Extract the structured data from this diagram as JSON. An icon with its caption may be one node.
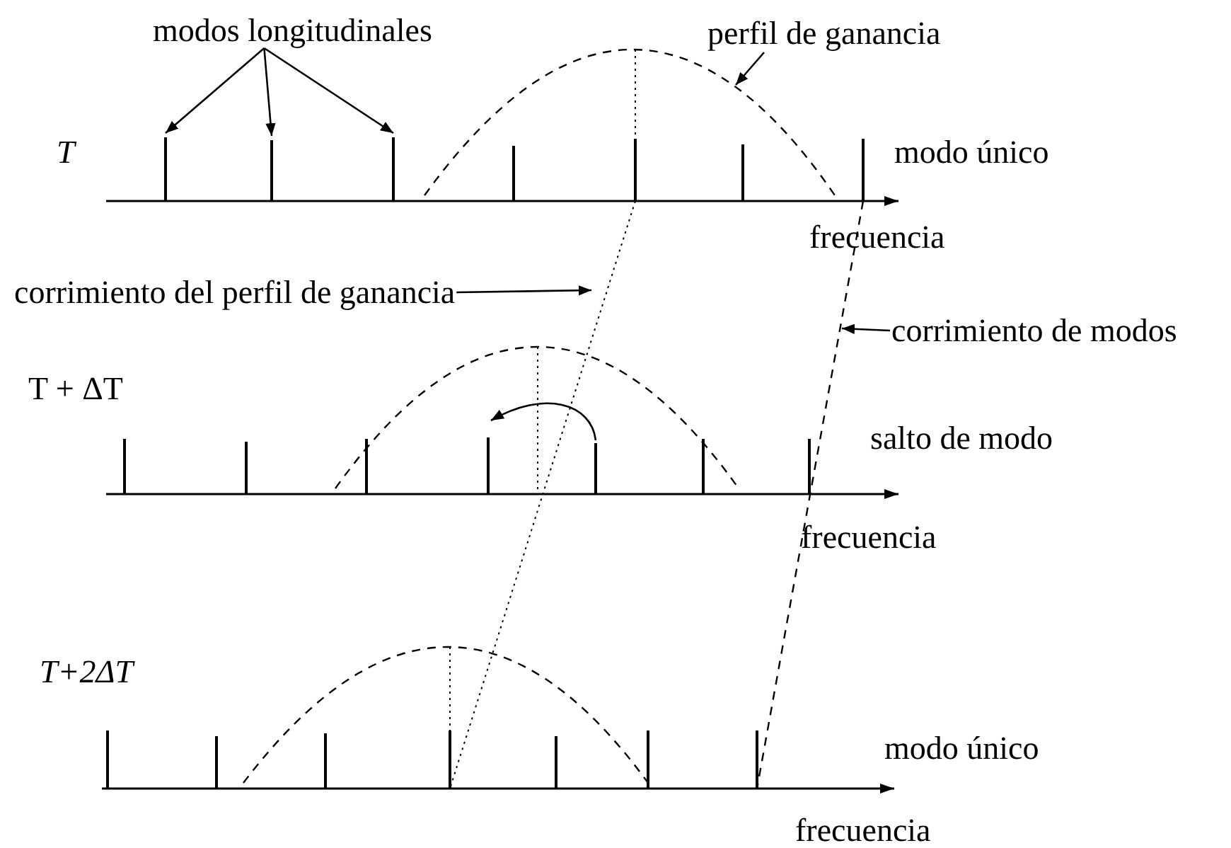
{
  "diagram": {
    "nodes": [
      {
        "text": [
          "modos longitudinales"
        ]
      },
      {
        "text": [],
        "shape": "bar"
      },
      {
        "text": [],
        "shape": "bar"
      },
      {
        "text": [],
        "shape": "bar"
      },
      {
        "text": [
          "perfil de ganancia"
        ]
      },
      {
        "text": [
          "corrimiento del perfil de ganancia"
        ]
      },
      {
        "text": [
          "corrimiento de modos"
        ]
      }
    ],
    "edges": [
      {
        "from": 0,
        "to": 1,
        "arrow": "to"
      },
      {
        "from": 0,
        "to": 2,
        "arrow": "to"
      },
      {
        "from": 0,
        "to": 3,
        "arrow": "to"
      },
      {
        "from": 4,
        "to": null,
        "arrow": "to"
      },
      {
        "from": 5,
        "to": null,
        "arrow": "to"
      },
      {
        "from": 6,
        "to": null,
        "arrow": "to"
      }
    ],
    "labels": [
      "T",
      "modo único",
      "frecuencia",
      "T + ΔT",
      "salto de modo",
      "frecuencia",
      "T+2ΔT",
      "modo único",
      "frecuencia"
    ]
  }
}
